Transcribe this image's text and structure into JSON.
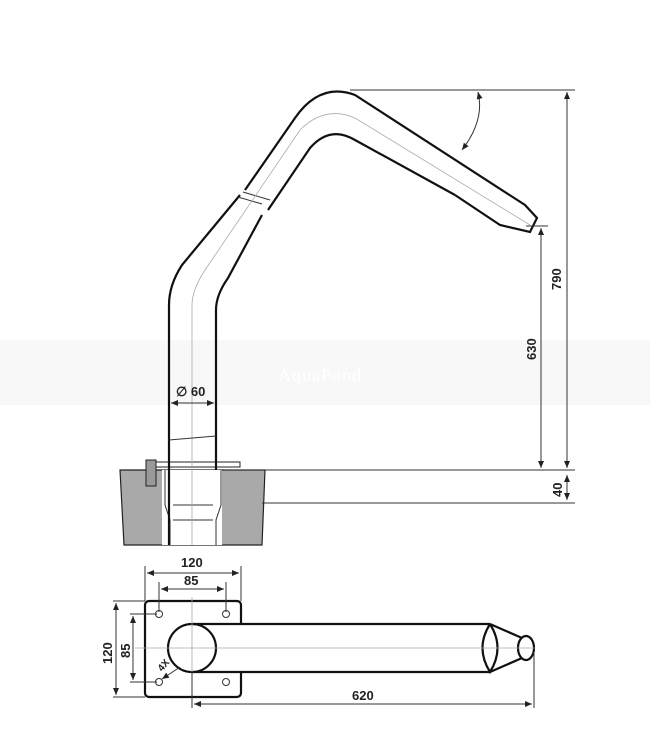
{
  "drawing": {
    "watermark": "AquaPond",
    "elevation": {
      "diameter_label": "∅ 60",
      "height_total_label": "790",
      "height_outlet_label": "630",
      "base_depth_label": "40"
    },
    "plan": {
      "plate_width_label": "120",
      "hole_spacing_x_label": "85",
      "plate_height_label": "120",
      "hole_spacing_y_label": "85",
      "holes_count_label": "4X",
      "length_label": "620"
    },
    "colors": {
      "line": "#111111",
      "ground": "#a9a9a9"
    }
  }
}
